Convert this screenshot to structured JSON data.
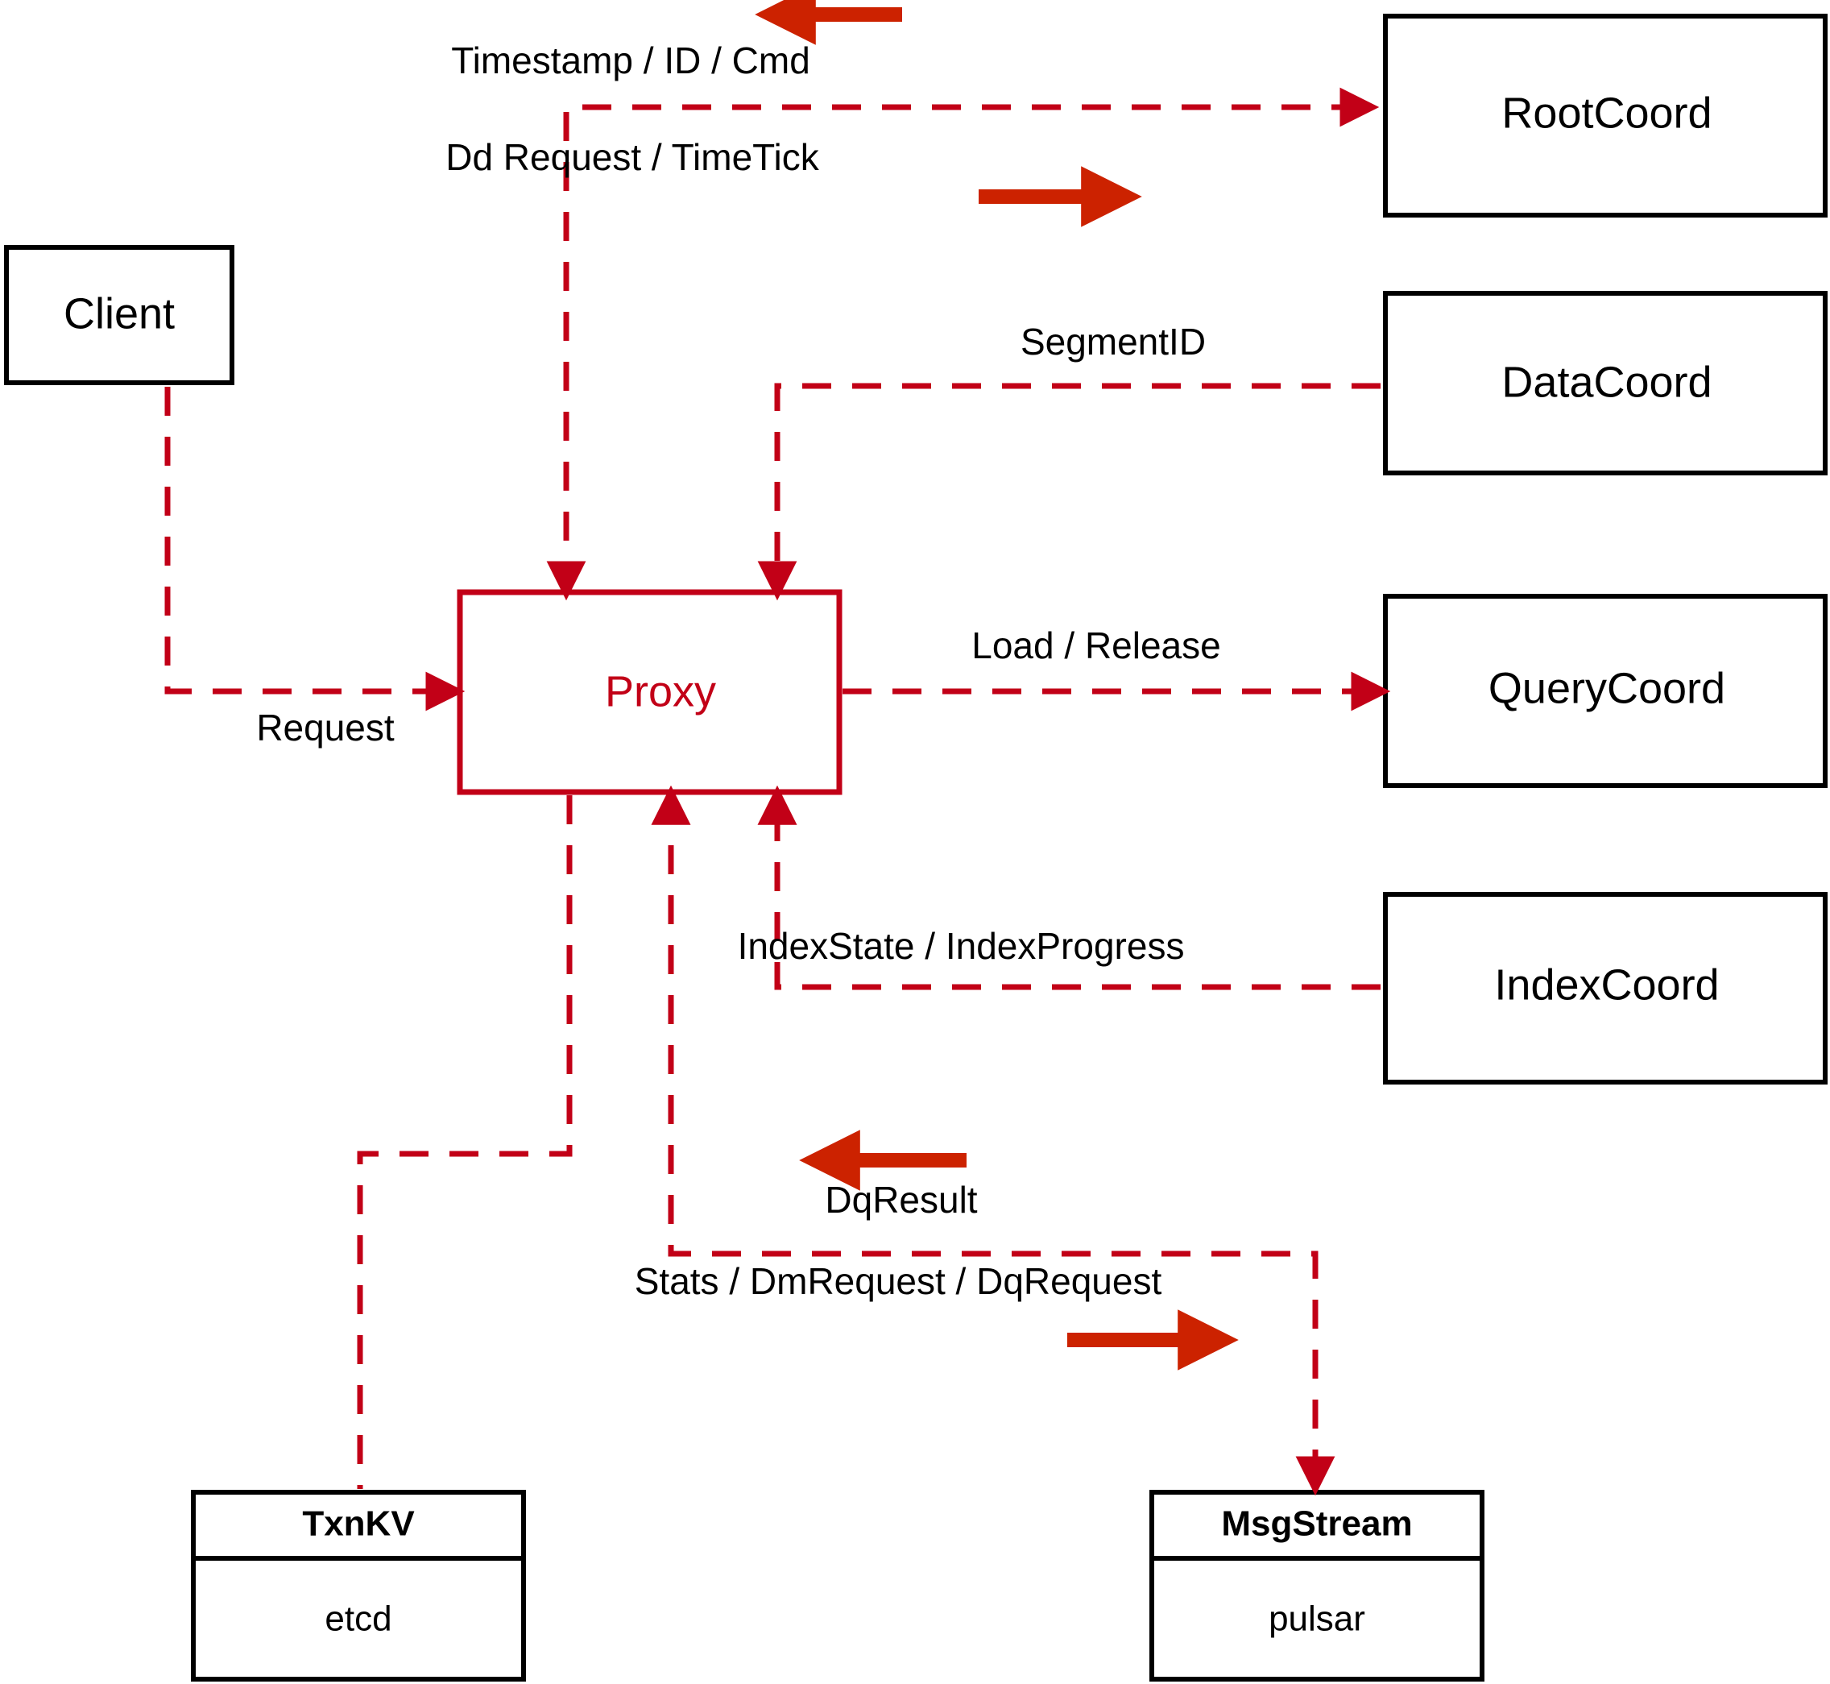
{
  "diagram": {
    "title": "Milvus Proxy interaction diagram",
    "colors": {
      "accent": "#c20017",
      "arrow": "#cc2200",
      "node_stroke": "#000000",
      "background": "#ffffff"
    },
    "nodes": [
      {
        "id": "client",
        "label": "Client",
        "style": "black"
      },
      {
        "id": "proxy",
        "label": "Proxy",
        "style": "accent"
      },
      {
        "id": "rootcoord",
        "label": "RootCoord",
        "style": "black"
      },
      {
        "id": "datacoord",
        "label": "DataCoord",
        "style": "black"
      },
      {
        "id": "querycoord",
        "label": "QueryCoord",
        "style": "black"
      },
      {
        "id": "indexcoord",
        "label": "IndexCoord",
        "style": "black"
      }
    ],
    "store_nodes": [
      {
        "id": "txnkv",
        "title": "TxnKV",
        "impl": "etcd"
      },
      {
        "id": "msgstream",
        "title": "MsgStream",
        "impl": "pulsar"
      }
    ],
    "edge_labels": [
      {
        "id": "timestamp-id-cmd",
        "text": "Timestamp / ID / Cmd",
        "direction": "left"
      },
      {
        "id": "dd-request-timetick",
        "text": "Dd Request / TimeTick",
        "direction": "right"
      },
      {
        "id": "segmentid",
        "text": "SegmentID",
        "direction": "left"
      },
      {
        "id": "request",
        "text": "Request",
        "direction": "right"
      },
      {
        "id": "load-release",
        "text": "Load / Release",
        "direction": "right"
      },
      {
        "id": "indexstate",
        "text": "IndexState / IndexProgress",
        "direction": "left"
      },
      {
        "id": "dqresult",
        "text": "DqResult",
        "direction": "left"
      },
      {
        "id": "stats-dm-dq",
        "text": "Stats / DmRequest / DqRequest",
        "direction": "right"
      }
    ]
  }
}
